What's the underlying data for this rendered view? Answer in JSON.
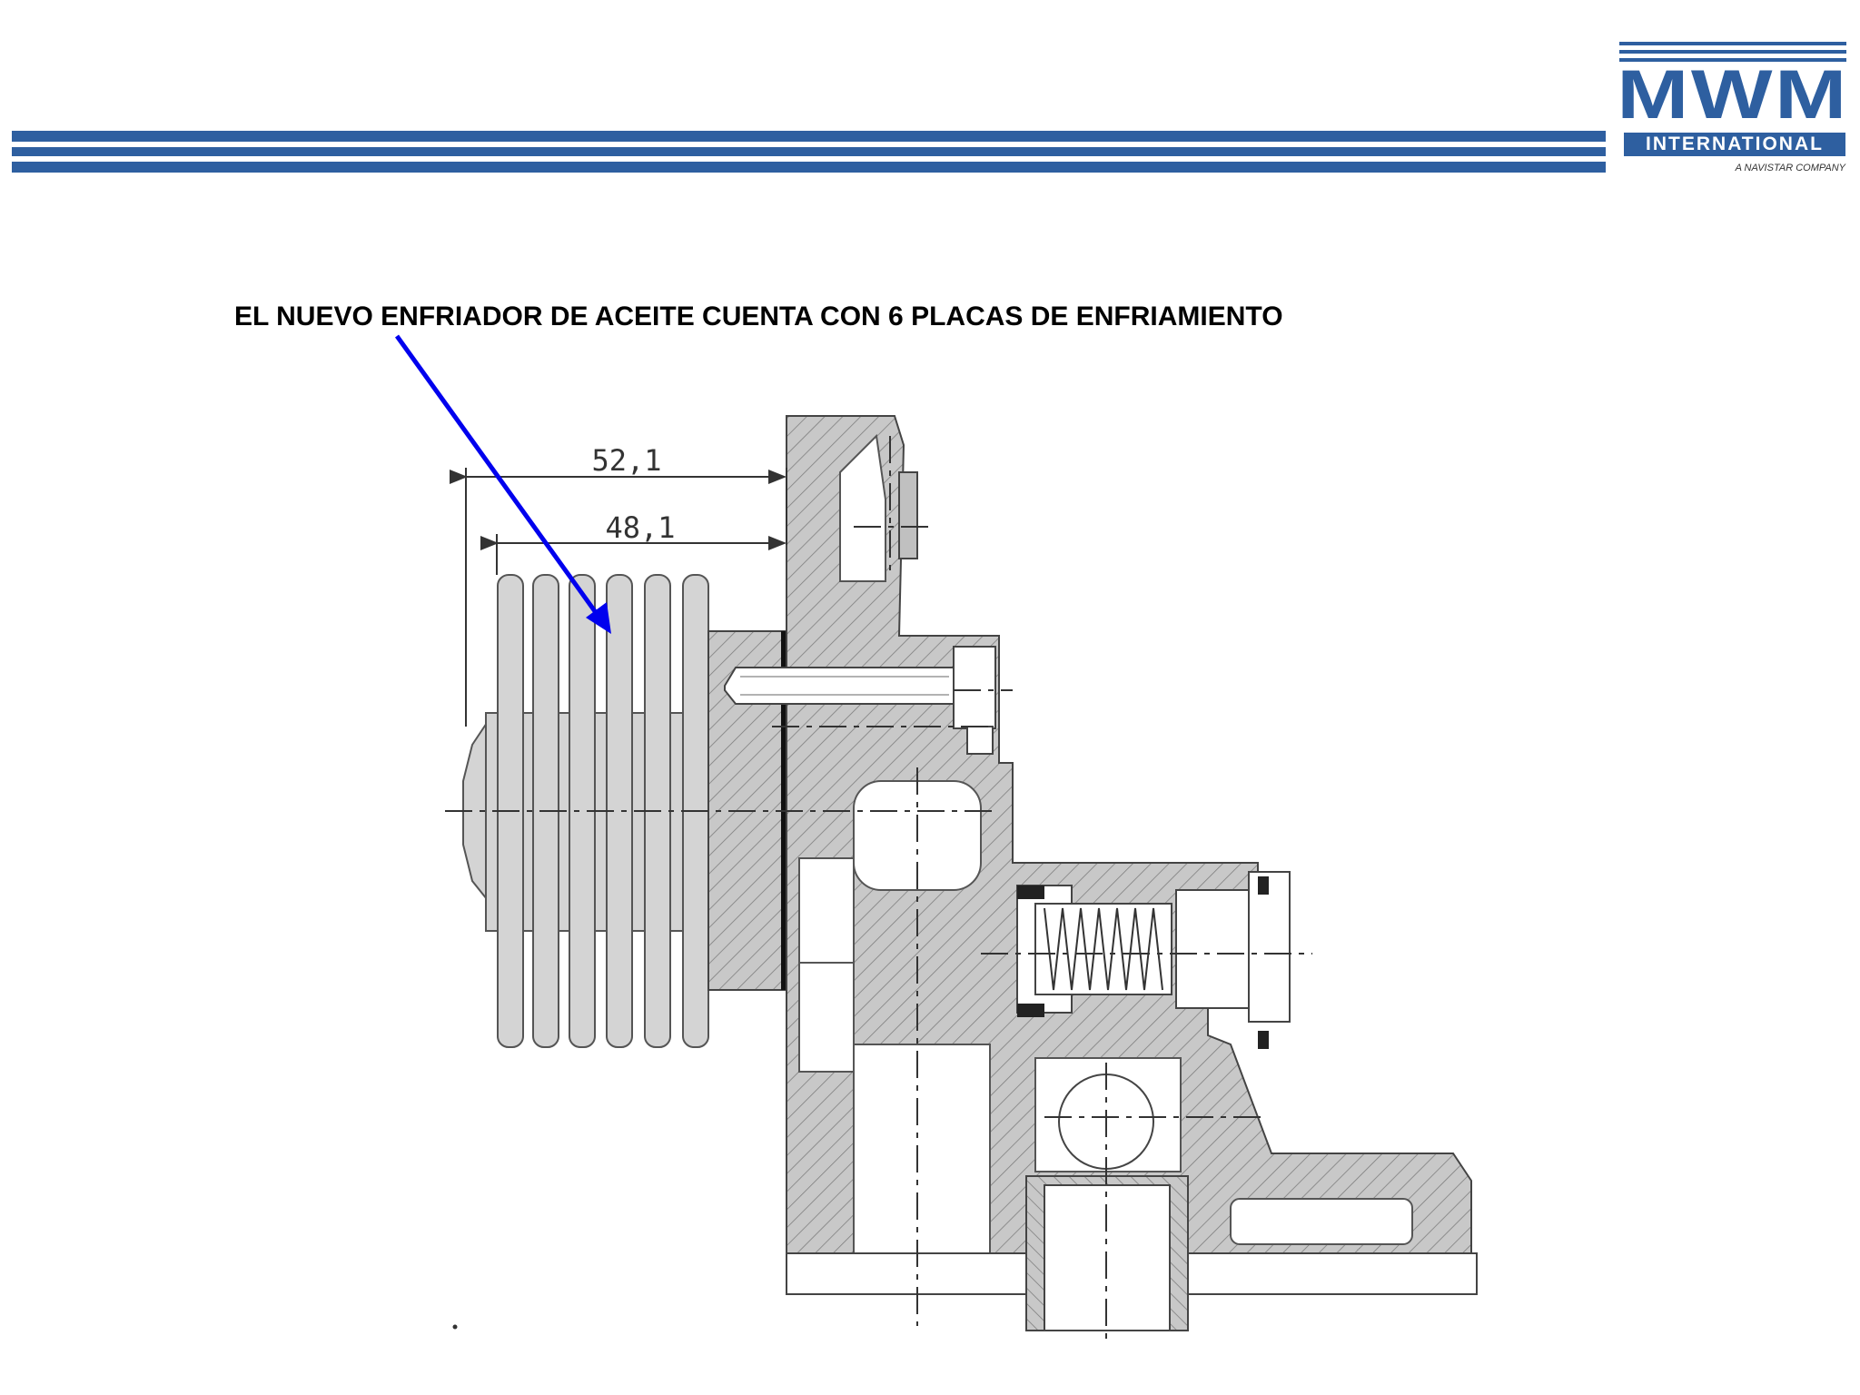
{
  "header": {
    "logo": {
      "brand": "MWM",
      "subbrand": "INTERNATIONAL",
      "tagline": "A NAVISTAR COMPANY",
      "color": "#2e5fa0"
    },
    "bar_color": "#2e5fa0"
  },
  "title": "EL NUEVO ENFRIADOR DE ACEITE CUENTA CON 6 PLACAS DE ENFRIAMIENTO",
  "drawing": {
    "dimension_outer": "52,1",
    "dimension_inner": "48,1",
    "arrow_color": "#0000ee",
    "plate_count": 6
  }
}
